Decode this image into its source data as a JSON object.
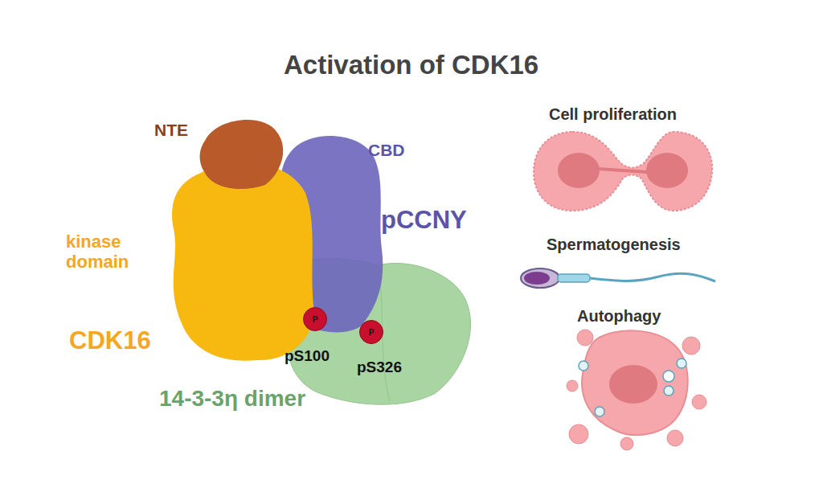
{
  "diagram": {
    "title": "Activation of CDK16",
    "nodes": [
      {
        "text": [
          "P"
        ]
      },
      {
        "text": [
          "P"
        ]
      }
    ],
    "labels": [
      "NTE",
      "CBD",
      "pCCNY",
      "kinase domain",
      "CDK16",
      "pS100",
      "pS326",
      "14-3-3η dimer",
      "Cell proliferation",
      "Spermatogenesis",
      "Autophagy"
    ]
  }
}
